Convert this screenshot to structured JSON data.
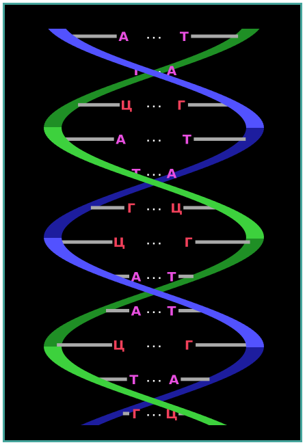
{
  "colors": {
    "frame_border": "#46a59c",
    "background": "#000000",
    "strand_green": "#3dd13d",
    "strand_green_shadow": "#1f8f25",
    "strand_blue": "#5252ff",
    "strand_blue_shadow": "#1d1d9e",
    "rung": "#a9a9a9",
    "base_A": "#e84fe0",
    "base_T": "#e84fe0",
    "base_C": "#f0405a",
    "base_G": "#f0405a"
  },
  "base_pairs": [
    {
      "left": "А",
      "right": "Т",
      "dots": "···"
    },
    {
      "left": "Т",
      "right": "А",
      "dots": "···"
    },
    {
      "left": "Ц",
      "right": "Г",
      "dots": "···"
    },
    {
      "left": "А",
      "right": "Т",
      "dots": "···"
    },
    {
      "left": "Т",
      "right": "А",
      "dots": "···"
    },
    {
      "left": "Г",
      "right": "Ц",
      "dots": "···"
    },
    {
      "left": "Ц",
      "right": "Г",
      "dots": "···"
    },
    {
      "left": "А",
      "right": "Т",
      "dots": "···"
    },
    {
      "left": "А",
      "right": "Т",
      "dots": "···"
    },
    {
      "left": "Ц",
      "right": "Г",
      "dots": "···"
    },
    {
      "left": "Т",
      "right": "А",
      "dots": "···"
    },
    {
      "left": "Г",
      "right": "Ц",
      "dots": "···"
    }
  ]
}
